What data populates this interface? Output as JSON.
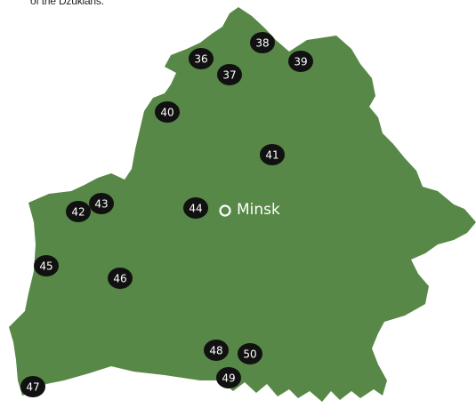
{
  "caption": "of the Dzukians.",
  "colors": {
    "land": "#578847",
    "marker": "#111111",
    "marker_text": "#ffffff",
    "background": "#ffffff"
  },
  "city": {
    "name": "Minsk"
  },
  "markers": [
    {
      "id": "36",
      "label": "36"
    },
    {
      "id": "37",
      "label": "37"
    },
    {
      "id": "38",
      "label": "38"
    },
    {
      "id": "39",
      "label": "39"
    },
    {
      "id": "40",
      "label": "40"
    },
    {
      "id": "41",
      "label": "41"
    },
    {
      "id": "42",
      "label": "42"
    },
    {
      "id": "43",
      "label": "43"
    },
    {
      "id": "44",
      "label": "44"
    },
    {
      "id": "45",
      "label": "45"
    },
    {
      "id": "46",
      "label": "46"
    },
    {
      "id": "47",
      "label": "47"
    },
    {
      "id": "48",
      "label": "48"
    },
    {
      "id": "49",
      "label": "49"
    },
    {
      "id": "50",
      "label": "50"
    }
  ]
}
